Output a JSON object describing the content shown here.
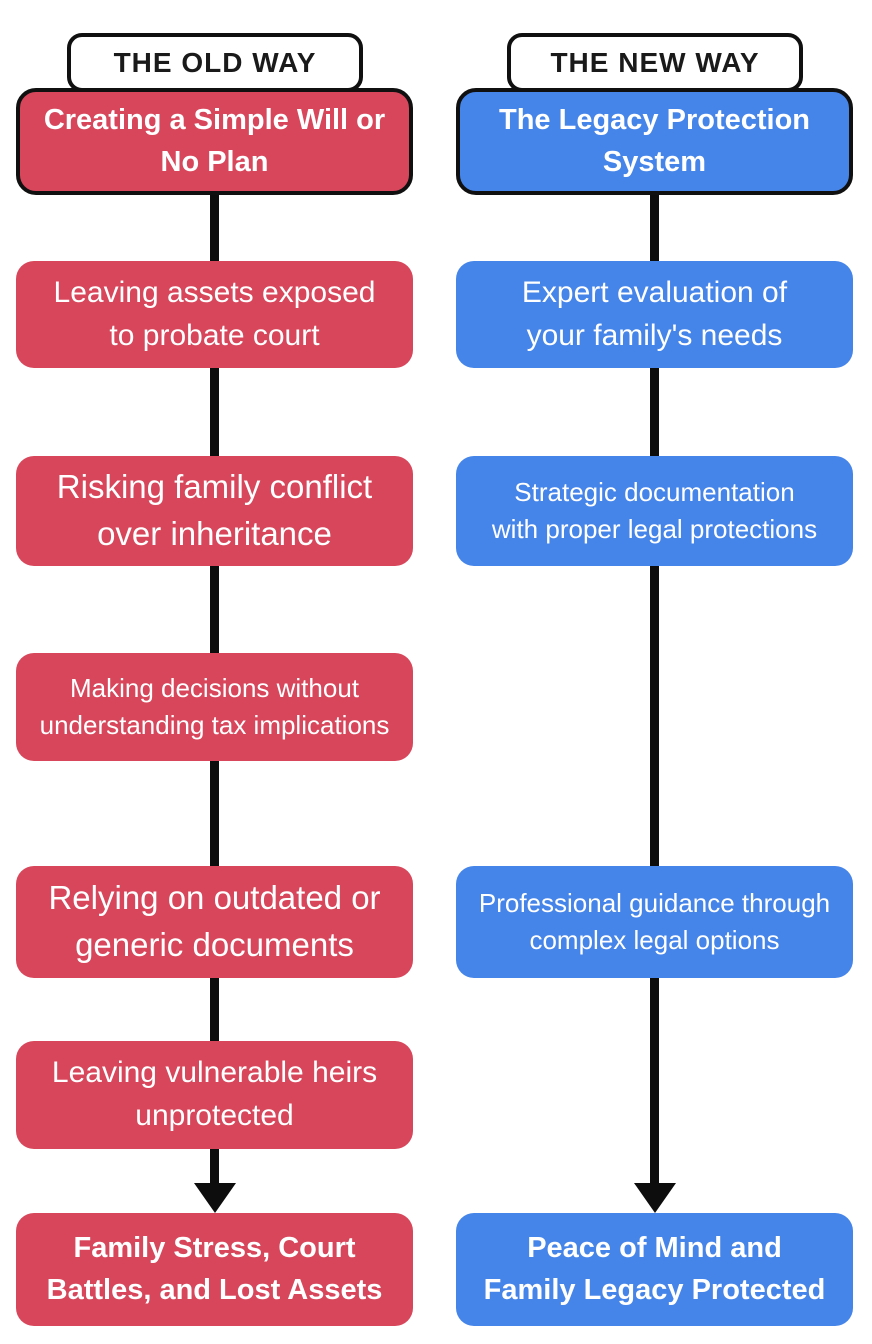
{
  "colors": {
    "old_way_red": "#d7465a",
    "new_way_blue": "#4584e9",
    "connector_black": "#0d0d0d",
    "header_background": "#ffffff",
    "header_text": "#1a1a1a",
    "box_text": "#ffffff"
  },
  "old_way": {
    "header": "THE OLD WAY",
    "top_box": "Creating a Simple Will or\nNo Plan",
    "steps": [
      "Leaving assets exposed\nto probate court",
      "Risking family conflict\nover inheritance",
      "Making decisions without\nunderstanding tax implications",
      "Relying on outdated or\ngeneric documents",
      "Leaving vulnerable heirs\nunprotected"
    ],
    "result_box": "Family Stress, Court\nBattles, and Lost Assets"
  },
  "new_way": {
    "header": "THE NEW WAY",
    "top_box": "The Legacy Protection\nSystem",
    "steps": [
      "Expert evaluation of\nyour family's needs",
      "Strategic documentation\nwith proper legal protections",
      "Professional guidance through\ncomplex legal options"
    ],
    "result_box": "Peace of Mind and\nFamily Legacy Protected"
  }
}
